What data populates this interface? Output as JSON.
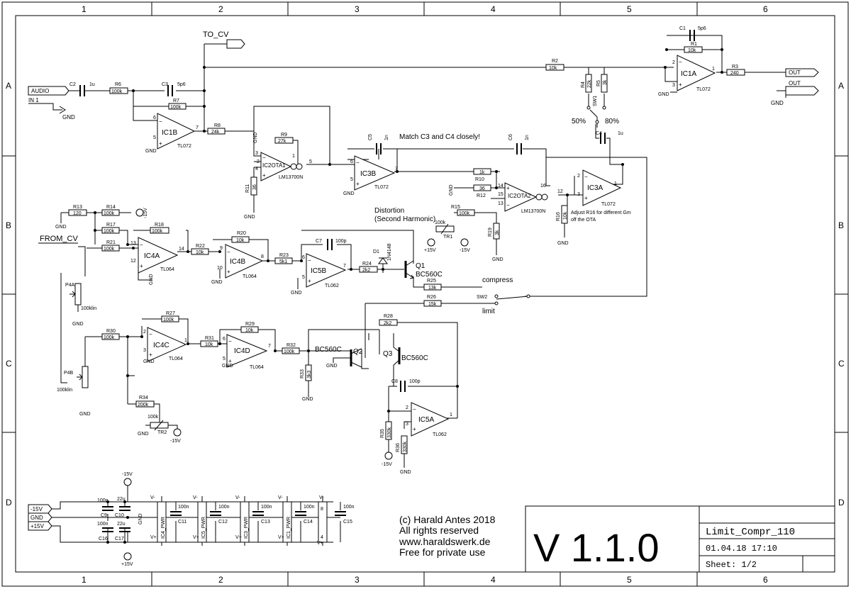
{
  "frame": {
    "cols": [
      "1",
      "2",
      "3",
      "4",
      "5",
      "6"
    ],
    "rows": [
      "A",
      "B",
      "C",
      "D"
    ]
  },
  "ports": {
    "audio": "AUDIO",
    "in1": "IN 1",
    "to_cv": "TO_CV",
    "from_cv": "FROM_CV",
    "out1": "OUT",
    "out2": "OUT",
    "neg15": "-15V",
    "gnd": "GND",
    "pos15": "+15V"
  },
  "gnd": "GND",
  "opamps": {
    "ic1a": {
      "name": "IC1A",
      "type": "TL072",
      "pins": [
        "2",
        "3",
        "1"
      ]
    },
    "ic1b": {
      "name": "IC1B",
      "type": "TL072",
      "pins": [
        "6",
        "5",
        "7"
      ]
    },
    "ic3b": {
      "name": "IC3B",
      "type": "TL072",
      "pins": [
        "6",
        "5",
        "7"
      ]
    },
    "ic3a": {
      "name": "IC3A",
      "type": "TL072",
      "pins": [
        "2",
        "3",
        "1"
      ]
    },
    "ic4a": {
      "name": "IC4A",
      "type": "TL064",
      "pins": [
        "13",
        "12",
        "14"
      ]
    },
    "ic4b": {
      "name": "IC4B",
      "type": "TL064",
      "pins": [
        "9",
        "10",
        "8"
      ]
    },
    "ic5b": {
      "name": "IC5B",
      "type": "TL062",
      "pins": [
        "6",
        "5",
        "7"
      ]
    },
    "ic4c": {
      "name": "IC4C",
      "type": "TL064",
      "pins": [
        "2",
        "3",
        "1"
      ]
    },
    "ic4d": {
      "name": "IC4D",
      "type": "TL064",
      "pins": [
        "6",
        "5",
        "7"
      ]
    },
    "ic5a": {
      "name": "IC5A",
      "type": "TL062",
      "pins": [
        "2",
        "3",
        "1"
      ]
    }
  },
  "otas": {
    "ota1": {
      "name": "IC2OTA1",
      "type": "LM13700N",
      "pins": [
        "3",
        "4",
        "2",
        "1",
        "5"
      ]
    },
    "ota2": {
      "name": "IC2OTA2",
      "type": "LM13700N",
      "pins": [
        "14",
        "13",
        "15",
        "16",
        "12"
      ]
    }
  },
  "resistors": {
    "r1": {
      "ref": "R1",
      "val": "10k"
    },
    "r2": {
      "ref": "R2",
      "val": "10k"
    },
    "r3": {
      "ref": "R3",
      "val": "240"
    },
    "r4": {
      "ref": "R4",
      "val": "22k"
    },
    "r5": {
      "ref": "R5",
      "val": "3k"
    },
    "r6": {
      "ref": "R6",
      "val": "100k"
    },
    "r7": {
      "ref": "R7",
      "val": "100k"
    },
    "r8": {
      "ref": "R8",
      "val": "24k"
    },
    "r9": {
      "ref": "R9",
      "val": "27k"
    },
    "r10": {
      "ref": "R10",
      "val": "1k"
    },
    "r11": {
      "ref": "R11",
      "val": "36"
    },
    "r12": {
      "ref": "R12",
      "val": "36"
    },
    "r13": {
      "ref": "R13",
      "val": "120"
    },
    "r14": {
      "ref": "R14",
      "val": "100k"
    },
    "r15": {
      "ref": "R15",
      "val": "100k"
    },
    "r16": {
      "ref": "R16",
      "val": "10k"
    },
    "r17": {
      "ref": "R17",
      "val": "100k"
    },
    "r18": {
      "ref": "R18",
      "val": "100k"
    },
    "r19": {
      "ref": "R19",
      "val": "3k"
    },
    "r20": {
      "ref": "R20",
      "val": "10k"
    },
    "r21": {
      "ref": "R21",
      "val": "100k"
    },
    "r22": {
      "ref": "R22",
      "val": "10k"
    },
    "r23": {
      "ref": "R23",
      "val": "5k1"
    },
    "r24": {
      "ref": "R24",
      "val": "2k2"
    },
    "r25": {
      "ref": "R25",
      "val": "13k"
    },
    "r26": {
      "ref": "R26",
      "val": "15k"
    },
    "r27": {
      "ref": "R27",
      "val": "100k"
    },
    "r28": {
      "ref": "R28",
      "val": "2k2"
    },
    "r29": {
      "ref": "R29",
      "val": "10k"
    },
    "r30": {
      "ref": "R30",
      "val": "100k"
    },
    "r31": {
      "ref": "R31",
      "val": "10k"
    },
    "r32": {
      "ref": "R32",
      "val": "100k"
    },
    "r33": {
      "ref": "R33",
      "val": "3k3"
    },
    "r34": {
      "ref": "R34",
      "val": "200k"
    },
    "r35": {
      "ref": "R35",
      "val": "330k"
    },
    "r36": {
      "ref": "R36",
      "val": "330k"
    }
  },
  "caps": {
    "c1": {
      "ref": "C1",
      "val": "5p6"
    },
    "c2": {
      "ref": "C2",
      "val": "1u"
    },
    "c3": {
      "ref": "C3",
      "val": "5p6"
    },
    "c4": {
      "ref": "C4",
      "val": "1u"
    },
    "c5": {
      "ref": "C5",
      "val": "1n"
    },
    "c6": {
      "ref": "C6",
      "val": "1n"
    },
    "c7": {
      "ref": "C7",
      "val": "100p"
    },
    "c8": {
      "ref": "C8",
      "val": "100p"
    }
  },
  "pots": {
    "p4a": {
      "ref": "P4A",
      "val": "100klin"
    },
    "p4b": {
      "ref": "P4B",
      "val": "100klin"
    },
    "tr1": {
      "ref": "TR1",
      "val": "100k"
    },
    "tr2": {
      "ref": "TR2",
      "val": "100k"
    }
  },
  "semis": {
    "d1": {
      "ref": "D1",
      "val": "1N4148"
    },
    "q1": {
      "ref": "Q1",
      "val": "BC560C"
    },
    "q2": {
      "ref": "Q2",
      "val": "BC560C"
    },
    "q3": {
      "ref": "Q3",
      "val": "BC560C"
    }
  },
  "switches": {
    "sw1": {
      "ref": "SW1",
      "pos1": "50%",
      "pos2": "80%"
    },
    "sw2": {
      "ref": "SW2",
      "pos1": "compress",
      "pos2": "limit"
    }
  },
  "notes": {
    "match": "Match C3 and C4 closely!",
    "distortion1": "Distortion",
    "distortion2": "(Second Harmonic)",
    "adjust1": "Adjust R16 for different Gm",
    "adjust2": "off the OTA"
  },
  "rails": {
    "neg15": "-15V",
    "pos15": "+15V",
    "vneg": "V-",
    "vpos": "V+"
  },
  "power": {
    "c9": {
      "ref": "C9",
      "val": "100n"
    },
    "c10": {
      "ref": "C10",
      "val": "22u"
    },
    "c16": {
      "ref": "C16",
      "val": "100n"
    },
    "c17": {
      "ref": "C17",
      "val": "22u"
    },
    "c11": {
      "ref": "C11",
      "val": "100n"
    },
    "c12": {
      "ref": "C12",
      "val": "100n"
    },
    "c13": {
      "ref": "C13",
      "val": "100n"
    },
    "c14": {
      "ref": "C14",
      "val": "100n"
    },
    "c15": {
      "ref": "C15",
      "val": "100n"
    },
    "ic4pwr": "IC4_PWR",
    "ic5pwr": "IC5_PWR",
    "ic3pwr": "IC3_PWR",
    "ic1pwr": "IC1_PWR",
    "pins8": "8",
    "pins4": "4"
  },
  "title_block": {
    "copyright": "(c) Harald Antes 2018",
    "rights": "All rights reserved",
    "website": "www.haraldswerk.de",
    "license": "Free for private use",
    "version": "V 1.1.0",
    "name": "Limit_Compr_110",
    "date": "01.04.18 17:10",
    "sheet": "Sheet: 1/2"
  }
}
